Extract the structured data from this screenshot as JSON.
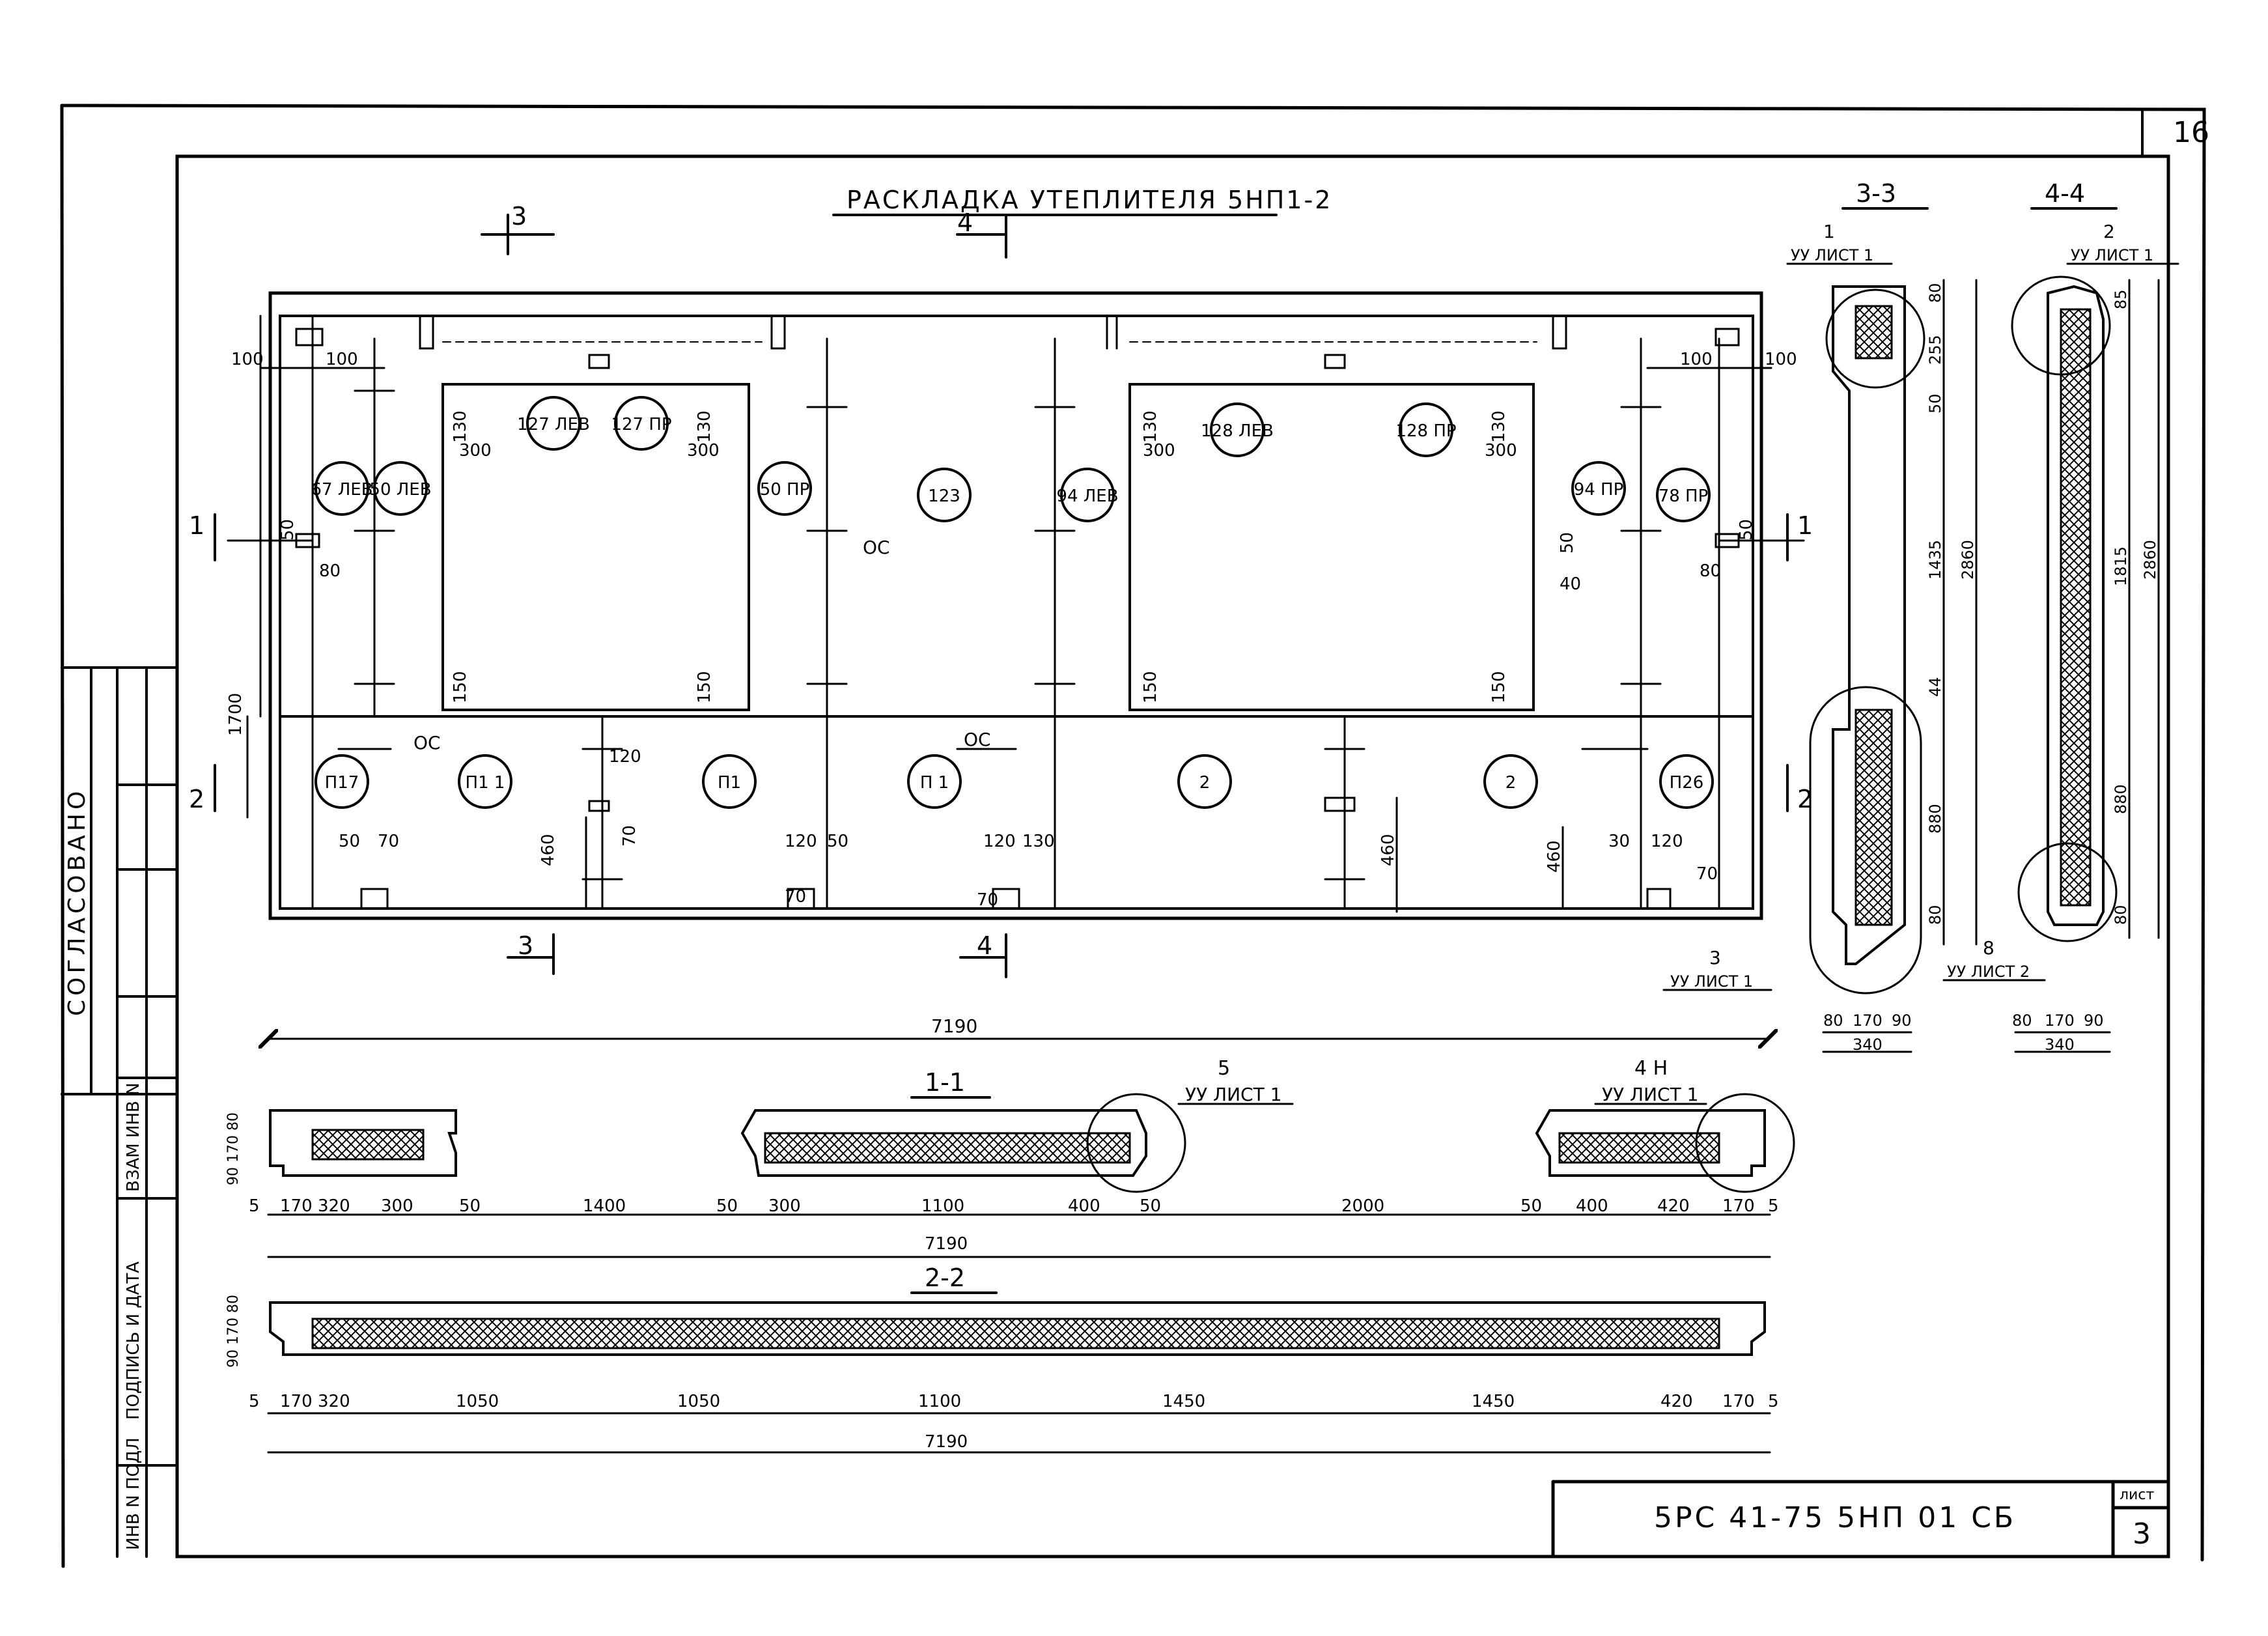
{
  "title": "РАСКЛАДКА УТЕПЛИТЕЛЯ 5НП1-2",
  "sheet_number": "16",
  "stamp": {
    "code": "5РС 41-75   5НП 01 СБ",
    "list_label": "лист",
    "list_number": "3"
  },
  "side_labels": {
    "approved": "СОГЛАСОВАНО",
    "inv_orig": "ИНВ N ПОДЛ",
    "sign_date": "ПОДПИСЬ И ДАТА",
    "inv_repl": "ВЗАМ ИНВ N"
  },
  "cut_marks": [
    "3",
    "4",
    "1",
    "2"
  ],
  "zones_upper": [
    "67 ЛЕВ",
    "50 ЛЕВ",
    "127 ЛЕВ",
    "127 ПР",
    "50 ПР",
    "123",
    "94 ЛЕВ",
    "128 ЛЕВ",
    "128 ПР",
    "94 ПР",
    "78 ПР"
  ],
  "zones_lower": [
    "П17",
    "П1 1",
    "П1",
    "П 1",
    "2",
    "2",
    "П26"
  ],
  "oc_label": "ОС",
  "plan_dims": {
    "d100": "100",
    "d300": "300",
    "d130": "130",
    "d150": "150",
    "d50": "50",
    "d80": "80",
    "d40": "40",
    "d1700": "1700",
    "d460": "460",
    "d70": "70",
    "d120": "120",
    "d120b": "120",
    "d30": "30",
    "total": "7190"
  },
  "section_11": {
    "title": "1-1",
    "callout_left": "5",
    "callout_left_sub": "УУ ЛИСТ 1",
    "callout_right": "4 Н",
    "callout_right_sub": "УУ ЛИСТ 1",
    "side_dims": "90 170 80",
    "dims": [
      "5",
      "170",
      "320",
      "300",
      "50",
      "1400",
      "50",
      "300",
      "1100",
      "400",
      "50",
      "2000",
      "50",
      "400",
      "420",
      "170",
      "5"
    ],
    "total": "7190"
  },
  "section_22": {
    "title": "2-2",
    "side_dims": "90 170 80",
    "dims": [
      "5",
      "170",
      "320",
      "1050",
      "1050",
      "1100",
      "1450",
      "1450",
      "420",
      "170",
      "5"
    ],
    "total": "7190"
  },
  "section_33": {
    "title": "3-3",
    "top_callout": "1",
    "top_callout_sub": "УУ ЛИСТ 1",
    "bottom_callout": "3",
    "bottom_callout_sub": "УУ ЛИСТ 1",
    "dims_v": [
      "80",
      "255",
      "50",
      "1435",
      "2860",
      "44",
      "880",
      "80"
    ],
    "dims_h": [
      "80",
      "170",
      "90",
      "340"
    ]
  },
  "section_44": {
    "title": "4-4",
    "top_callout": "2",
    "top_callout_sub": "УУ ЛИСТ 1",
    "bottom_callout": "8",
    "bottom_callout_sub": "УУ ЛИСТ 2",
    "dims_v": [
      "85",
      "1815",
      "2860",
      "880",
      "80"
    ],
    "dims_h": [
      "80",
      "170",
      "90",
      "340"
    ]
  }
}
